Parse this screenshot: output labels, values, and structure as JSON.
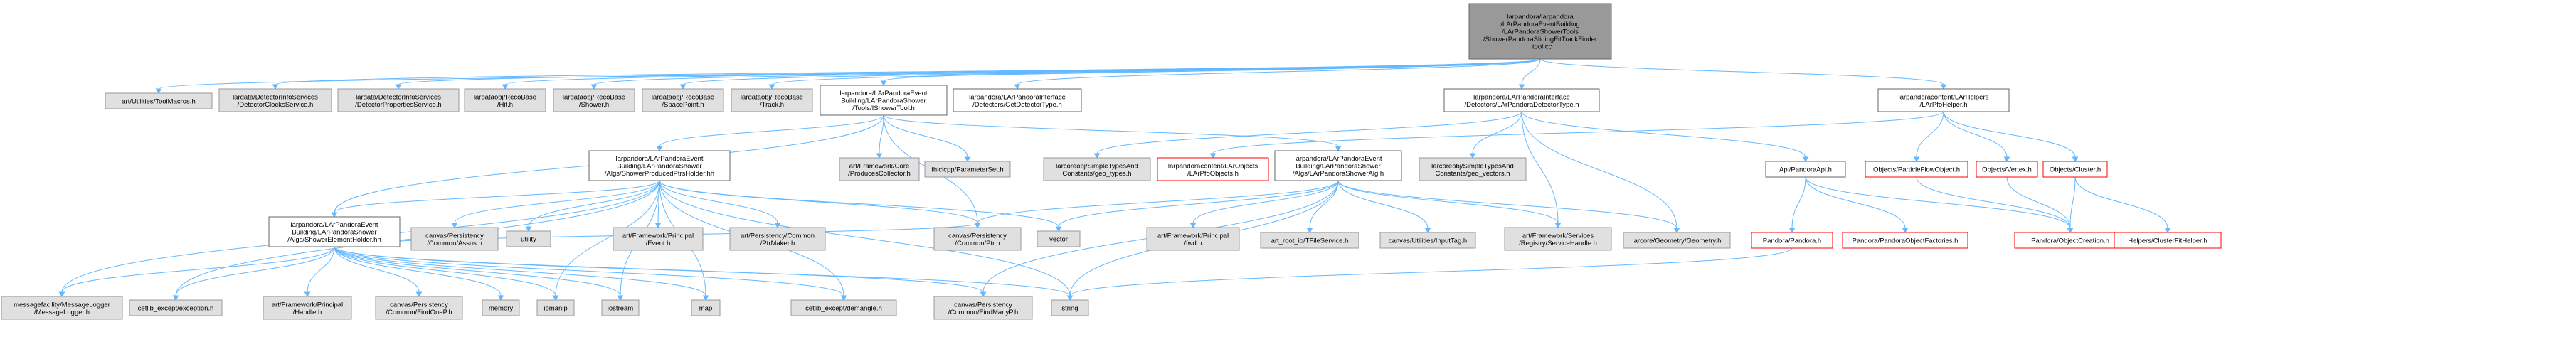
{
  "colors": {
    "root_fill": "#999999",
    "root_stroke": "#666666",
    "gray_fill": "#e0e0e0",
    "gray_stroke": "#999999",
    "white_fill": "#ffffff",
    "white_stroke": "#666666",
    "red_fill": "#ffffff",
    "red_stroke": "#ff0000",
    "edge": "#63b8ff",
    "text": "#000000"
  },
  "nodes": [
    {
      "id": "root",
      "style": "root",
      "lines": [
        "larpandora/larpandora",
        "/LArPandoraEventBuilding",
        "/LArPandoraShowerTools",
        "/ShowerPandoraSlidingFitTrackFinder",
        "_tool.cc"
      ]
    },
    {
      "id": "toolmacros",
      "style": "gray",
      "lines": [
        "art/Utilities/ToolMacros.h"
      ]
    },
    {
      "id": "detclocks",
      "style": "gray",
      "lines": [
        "lardata/DetectorInfoServices",
        "/DetectorClocksService.h"
      ]
    },
    {
      "id": "detprops",
      "style": "gray",
      "lines": [
        "lardata/DetectorInfoServices",
        "/DetectorPropertiesService.h"
      ]
    },
    {
      "id": "hit",
      "style": "gray",
      "lines": [
        "lardataobj/RecoBase",
        "/Hit.h"
      ]
    },
    {
      "id": "shower",
      "style": "gray",
      "lines": [
        "lardataobj/RecoBase",
        "/Shower.h"
      ]
    },
    {
      "id": "spacepoint",
      "style": "gray",
      "lines": [
        "lardataobj/RecoBase",
        "/SpacePoint.h"
      ]
    },
    {
      "id": "track",
      "style": "gray",
      "lines": [
        "lardataobj/RecoBase",
        "/Track.h"
      ]
    },
    {
      "id": "ishowertool",
      "style": "white",
      "lines": [
        "larpandora/LArPandoraEvent",
        "Building/LArPandoraShower",
        "/Tools/IShowerTool.h"
      ]
    },
    {
      "id": "getdettype",
      "style": "white",
      "lines": [
        "larpandora/LArPandoraInterface",
        "/Detectors/GetDetectorType.h"
      ]
    },
    {
      "id": "detectortype",
      "style": "white",
      "lines": [
        "larpandora/LArPandoraInterface",
        "/Detectors/LArPandoraDetectorType.h"
      ]
    },
    {
      "id": "lrpfohelper",
      "style": "white",
      "lines": [
        "larpandoracontent/LArHelpers",
        "/LArPfoHelper.h"
      ]
    },
    {
      "id": "producedptrs",
      "style": "white",
      "lines": [
        "larpandora/LArPandoraEvent",
        "Building/LArPandoraShower",
        "/Algs/ShowerProducedPtrsHolder.hh"
      ]
    },
    {
      "id": "producescollector",
      "style": "gray",
      "lines": [
        "art/Framework/Core",
        "/ProducesCollector.h"
      ]
    },
    {
      "id": "parameterset",
      "style": "gray",
      "lines": [
        "fhiclcpp/ParameterSet.h"
      ]
    },
    {
      "id": "geotypes",
      "style": "gray",
      "lines": [
        "larcoreobj/SimpleTypesAnd",
        "Constants/geo_types.h"
      ]
    },
    {
      "id": "lrpfoobjects",
      "style": "red",
      "lines": [
        "larpandoracontent/LArObjects",
        "/LArPfoObjects.h"
      ]
    },
    {
      "id": "showeralg",
      "style": "white",
      "lines": [
        "larpandora/LArPandoraEvent",
        "Building/LArPandoraShower",
        "/Algs/LArPandoraShowerAlg.h"
      ]
    },
    {
      "id": "geovectors",
      "style": "gray",
      "lines": [
        "larcoreobj/SimpleTypesAnd",
        "Constants/geo_vectors.h"
      ]
    },
    {
      "id": "pandoraapi",
      "style": "white",
      "lines": [
        "Api/PandoraApi.h"
      ]
    },
    {
      "id": "particleflow",
      "style": "red",
      "lines": [
        "Objects/ParticleFlowObject.h"
      ]
    },
    {
      "id": "vertex",
      "style": "red",
      "lines": [
        "Objects/Vertex.h"
      ]
    },
    {
      "id": "cluster",
      "style": "red",
      "lines": [
        "Objects/Cluster.h"
      ]
    },
    {
      "id": "showerelement",
      "style": "white",
      "lines": [
        "larpandora/LArPandoraEvent",
        "Building/LArPandoraShower",
        "/Algs/ShowerElementHolder.hh"
      ]
    },
    {
      "id": "assns",
      "style": "gray",
      "lines": [
        "canvas/Persistency",
        "/Common/Assns.h"
      ]
    },
    {
      "id": "utility",
      "style": "gray",
      "lines": [
        "utility"
      ]
    },
    {
      "id": "event",
      "style": "gray",
      "lines": [
        "art/Framework/Principal",
        "/Event.h"
      ]
    },
    {
      "id": "ptrmaker",
      "style": "gray",
      "lines": [
        "art/Persistency/Common",
        "/PtrMaker.h"
      ]
    },
    {
      "id": "ptr",
      "style": "gray",
      "lines": [
        "canvas/Persistency",
        "/Common/Ptr.h"
      ]
    },
    {
      "id": "vector",
      "style": "gray",
      "lines": [
        "vector"
      ]
    },
    {
      "id": "fwd",
      "style": "gray",
      "lines": [
        "art/Framework/Principal",
        "/fwd.h"
      ]
    },
    {
      "id": "tfileservice",
      "style": "gray",
      "lines": [
        "art_root_io/TFileService.h"
      ]
    },
    {
      "id": "inputtag",
      "style": "gray",
      "lines": [
        "canvas/Utilities/InputTag.h"
      ]
    },
    {
      "id": "servicehandle",
      "style": "gray",
      "lines": [
        "art/Framework/Services",
        "/Registry/ServiceHandle.h"
      ]
    },
    {
      "id": "geometry",
      "style": "gray",
      "lines": [
        "larcore/Geometry/Geometry.h"
      ]
    },
    {
      "id": "pandora",
      "style": "red",
      "lines": [
        "Pandora/Pandora.h"
      ]
    },
    {
      "id": "objfactories",
      "style": "red",
      "lines": [
        "Pandora/PandoraObjectFactories.h"
      ]
    },
    {
      "id": "objcreation",
      "style": "red",
      "lines": [
        "Pandora/ObjectCreation.h"
      ]
    },
    {
      "id": "clusterfit",
      "style": "red",
      "lines": [
        "Helpers/ClusterFitHelper.h"
      ]
    },
    {
      "id": "messagelogger",
      "style": "gray",
      "lines": [
        "messagefacility/MessageLogger",
        "/MessageLogger.h"
      ]
    },
    {
      "id": "cetexception",
      "style": "gray",
      "lines": [
        "cetlib_except/exception.h"
      ]
    },
    {
      "id": "handle",
      "style": "gray",
      "lines": [
        "art/Framework/Principal",
        "/Handle.h"
      ]
    },
    {
      "id": "findonep",
      "style": "gray",
      "lines": [
        "canvas/Persistency",
        "/Common/FindOneP.h"
      ]
    },
    {
      "id": "memory",
      "style": "gray",
      "lines": [
        "memory"
      ]
    },
    {
      "id": "iomanip",
      "style": "gray",
      "lines": [
        "iomanip"
      ]
    },
    {
      "id": "iostream",
      "style": "gray",
      "lines": [
        "iostream"
      ]
    },
    {
      "id": "map",
      "style": "gray",
      "lines": [
        "map"
      ]
    },
    {
      "id": "demangle",
      "style": "gray",
      "lines": [
        "cetlib_except/demangle.h"
      ]
    },
    {
      "id": "findmanyp",
      "style": "gray",
      "lines": [
        "canvas/Persistency",
        "/Common/FindManyP.h"
      ]
    },
    {
      "id": "string",
      "style": "gray",
      "lines": [
        "string"
      ]
    }
  ],
  "edges": [
    [
      "root",
      "toolmacros"
    ],
    [
      "root",
      "detclocks"
    ],
    [
      "root",
      "detprops"
    ],
    [
      "root",
      "hit"
    ],
    [
      "root",
      "shower"
    ],
    [
      "root",
      "spacepoint"
    ],
    [
      "root",
      "track"
    ],
    [
      "root",
      "ishowertool"
    ],
    [
      "root",
      "getdettype"
    ],
    [
      "root",
      "detectortype"
    ],
    [
      "root",
      "lrpfohelper"
    ],
    [
      "ishowertool",
      "producedptrs"
    ],
    [
      "ishowertool",
      "producescollector"
    ],
    [
      "ishowertool",
      "parameterset"
    ],
    [
      "ishowertool",
      "showeralg"
    ],
    [
      "ishowertool",
      "showerelement"
    ],
    [
      "ishowertool",
      "ptr"
    ],
    [
      "detectortype",
      "geotypes"
    ],
    [
      "detectortype",
      "geovectors"
    ],
    [
      "detectortype",
      "pandoraapi"
    ],
    [
      "detectortype",
      "geometry"
    ],
    [
      "detectortype",
      "servicehandle"
    ],
    [
      "lrpfohelper",
      "lrpfoobjects"
    ],
    [
      "lrpfohelper",
      "particleflow"
    ],
    [
      "lrpfohelper",
      "vertex"
    ],
    [
      "lrpfohelper",
      "cluster"
    ],
    [
      "producedptrs",
      "showerelement"
    ],
    [
      "producedptrs",
      "assns"
    ],
    [
      "producedptrs",
      "utility"
    ],
    [
      "producedptrs",
      "event"
    ],
    [
      "producedptrs",
      "ptrmaker"
    ],
    [
      "producedptrs",
      "ptr"
    ],
    [
      "producedptrs",
      "vector"
    ],
    [
      "producedptrs",
      "messagelogger"
    ],
    [
      "producedptrs",
      "cetexception"
    ],
    [
      "producedptrs",
      "iomanip"
    ],
    [
      "producedptrs",
      "iostream"
    ],
    [
      "producedptrs",
      "map"
    ],
    [
      "producedptrs",
      "demangle"
    ],
    [
      "producedptrs",
      "string"
    ],
    [
      "showeralg",
      "vector"
    ],
    [
      "showeralg",
      "ptr"
    ],
    [
      "showeralg",
      "fwd"
    ],
    [
      "showeralg",
      "tfileservice"
    ],
    [
      "showeralg",
      "inputtag"
    ],
    [
      "showeralg",
      "servicehandle"
    ],
    [
      "showeralg",
      "geometry"
    ],
    [
      "showeralg",
      "findmanyp"
    ],
    [
      "showeralg",
      "string"
    ],
    [
      "pandoraapi",
      "pandora"
    ],
    [
      "pandoraapi",
      "objfactories"
    ],
    [
      "pandoraapi",
      "objcreation"
    ],
    [
      "pandora",
      "string"
    ],
    [
      "particleflow",
      "objcreation"
    ],
    [
      "vertex",
      "objcreation"
    ],
    [
      "cluster",
      "objcreation"
    ],
    [
      "cluster",
      "clusterfit"
    ],
    [
      "showerelement",
      "messagelogger"
    ],
    [
      "showerelement",
      "cetexception"
    ],
    [
      "showerelement",
      "handle"
    ],
    [
      "showerelement",
      "findonep"
    ],
    [
      "showerelement",
      "memory"
    ],
    [
      "showerelement",
      "iomanip"
    ],
    [
      "showerelement",
      "iostream"
    ],
    [
      "showerelement",
      "map"
    ],
    [
      "showerelement",
      "demangle"
    ],
    [
      "showerelement",
      "findmanyp"
    ],
    [
      "showerelement",
      "string"
    ],
    [
      "showerelement",
      "ptr"
    ]
  ]
}
